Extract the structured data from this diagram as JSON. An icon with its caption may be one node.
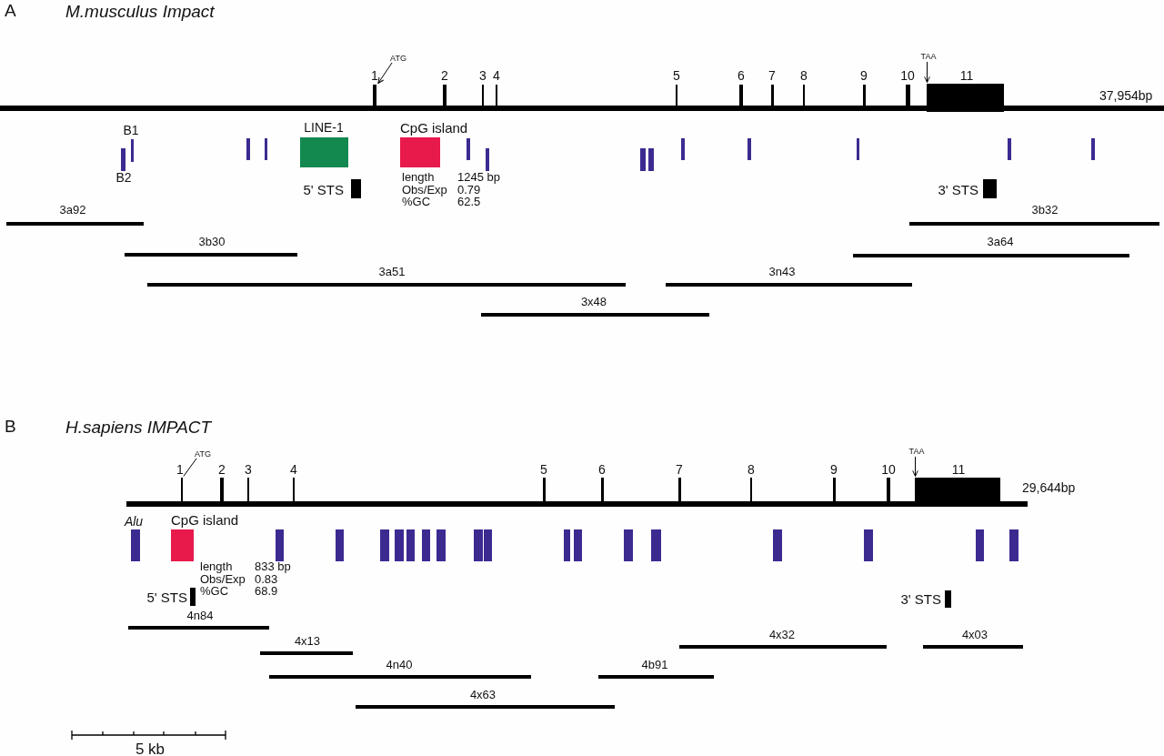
{
  "diagram": {
    "nodes": [
      {
        "text": [
          "ATG"
        ]
      },
      {
        "text": [
          "1"
        ]
      },
      {
        "text": [
          "2"
        ]
      },
      {
        "text": [
          "3"
        ]
      },
      {
        "text": [
          "4"
        ]
      },
      {
        "text": [
          "5"
        ]
      },
      {
        "text": [
          "6"
        ]
      },
      {
        "text": [
          "7"
        ]
      },
      {
        "text": [
          "8"
        ]
      },
      {
        "text": [
          "9"
        ]
      },
      {
        "text": [
          "10"
        ]
      },
      {
        "text": [
          "TAA"
        ]
      },
      {
        "text": [
          "11"
        ]
      },
      {
        "text": [
          "B1"
        ]
      },
      {
        "text": [
          "B2"
        ]
      },
      {
        "text": [],
        "shape": "bar"
      },
      {
        "text": [],
        "shape": "bar"
      },
      {
        "text": [
          "LINE-1"
        ]
      },
      {
        "text": [
          "CpG island"
        ],
        "beside": [
          "length",
          "1245 bp",
          "Obs/Exp",
          "0.79",
          "%GC",
          "62.5"
        ]
      },
      {
        "text": [],
        "shape": "bar"
      },
      {
        "text": [],
        "shape": "bar"
      },
      {
        "text": [],
        "shape": "bar"
      },
      {
        "text": [],
        "shape": "bar"
      },
      {
        "text": [],
        "shape": "bar"
      },
      {
        "text": [],
        "shape": "bar"
      },
      {
        "text": [],
        "shape": "bar"
      },
      {
        "text": [],
        "shape": "bar"
      },
      {
        "text": [],
        "shape": "bar"
      },
      {
        "text": [
          "5' STS"
        ]
      },
      {
        "text": [
          "3' STS"
        ]
      },
      {
        "text": [
          "3a92"
        ]
      },
      {
        "text": [
          "3b32"
        ]
      },
      {
        "text": [
          "3b30"
        ]
      },
      {
        "text": [
          "3a64"
        ]
      },
      {
        "text": [
          "3a51"
        ]
      },
      {
        "text": [
          "3n43"
        ]
      },
      {
        "text": [
          "3x48"
        ]
      },
      {
        "text": [
          "ATG"
        ]
      },
      {
        "text": [
          "1"
        ]
      },
      {
        "text": [
          "2"
        ]
      },
      {
        "text": [
          "3"
        ]
      },
      {
        "text": [
          "4"
        ]
      },
      {
        "text": [
          "5"
        ]
      },
      {
        "text": [
          "6"
        ]
      },
      {
        "text": [
          "7"
        ]
      },
      {
        "text": [
          "8"
        ]
      },
      {
        "text": [
          "9"
        ]
      },
      {
        "text": [
          "10"
        ]
      },
      {
        "text": [
          "TAA"
        ]
      },
      {
        "text": [
          "11"
        ]
      },
      {
        "text": [
          "Alu"
        ]
      },
      {
        "text": [
          "CpG island"
        ],
        "beside": [
          "length",
          "833 bp",
          "Obs/Exp",
          "0.83",
          "%GC",
          "68.9"
        ]
      },
      {
        "text": [],
        "shape": "bar"
      },
      {
        "text": [],
        "shape": "bar"
      },
      {
        "text": [],
        "shape": "bar"
      },
      {
        "text": [],
        "shape": "bar"
      },
      {
        "text": [],
        "shape": "bar"
      },
      {
        "text": [],
        "shape": "bar"
      },
      {
        "text": [],
        "shape": "bar"
      },
      {
        "text": [],
        "shape": "bar"
      },
      {
        "text": [],
        "shape": "bar"
      },
      {
        "text": [],
        "shape": "bar"
      },
      {
        "text": [],
        "shape": "bar"
      },
      {
        "text": [],
        "shape": "bar"
      },
      {
        "text": [],
        "shape": "bar"
      },
      {
        "text": [],
        "shape": "bar"
      },
      {
        "text": [],
        "shape": "bar"
      },
      {
        "text": [],
        "shape": "bar"
      },
      {
        "text": [],
        "shape": "bar"
      },
      {
        "text": [
          "5' STS"
        ]
      },
      {
        "text": [
          "3' STS"
        ]
      },
      {
        "text": [
          "4n84"
        ]
      },
      {
        "text": [
          "4x32"
        ]
      },
      {
        "text": [
          "4x03"
        ]
      },
      {
        "text": [
          "4x13"
        ]
      },
      {
        "text": [
          "4n40"
        ]
      },
      {
        "text": [
          "4b91"
        ]
      },
      {
        "text": [
          "4x63"
        ]
      }
    ],
    "edges": [
      {
        "from": 0,
        "to": 1,
        "arrow": "to"
      },
      {
        "from": 11,
        "to": 12,
        "arrow": "to"
      },
      {
        "from": 37,
        "to": 38,
        "arrow": "none"
      },
      {
        "from": 48,
        "to": 49,
        "arrow": "to"
      }
    ],
    "labels": [
      "A",
      "M.musculus Impact",
      "37,954bp",
      "B",
      "H.sapiens IMPACT",
      "29,644bp",
      "5 kb"
    ]
  }
}
